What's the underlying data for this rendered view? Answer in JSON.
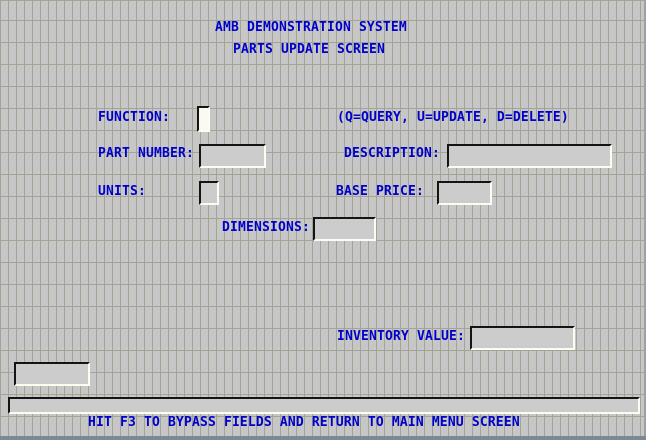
{
  "window": {
    "title_line1": "AMB DEMONSTRATION SYSTEM",
    "title_line2": "PARTS UPDATE SCREEN"
  },
  "form": {
    "function": {
      "label": "FUNCTION:",
      "value": "",
      "hint": "(Q=QUERY, U=UPDATE, D=DELETE)"
    },
    "part_number": {
      "label": "PART NUMBER:",
      "value": ""
    },
    "description": {
      "label": "DESCRIPTION:",
      "value": ""
    },
    "units": {
      "label": "UNITS:",
      "value": ""
    },
    "base_price": {
      "label": "BASE PRICE:",
      "value": ""
    },
    "dimensions": {
      "label": "DIMENSIONS:",
      "value": ""
    },
    "inventory_value": {
      "label": "INVENTORY VALUE:",
      "value": ""
    },
    "status_field_value": "",
    "message_field_value": ""
  },
  "footer": {
    "instruction": "HIT F3 TO BYPASS FIELDS AND RETURN TO MAIN MENU SCREEN"
  },
  "colors": {
    "text": "#0000cc",
    "background": "#c7c7c7",
    "grid_line": "#a3a494",
    "field_fill": "#cccccc",
    "active_field_fill": "#fafaf0",
    "field_shadow": "#141414",
    "field_highlight": "#fcfcf0",
    "window_edge": "#7e8794"
  }
}
